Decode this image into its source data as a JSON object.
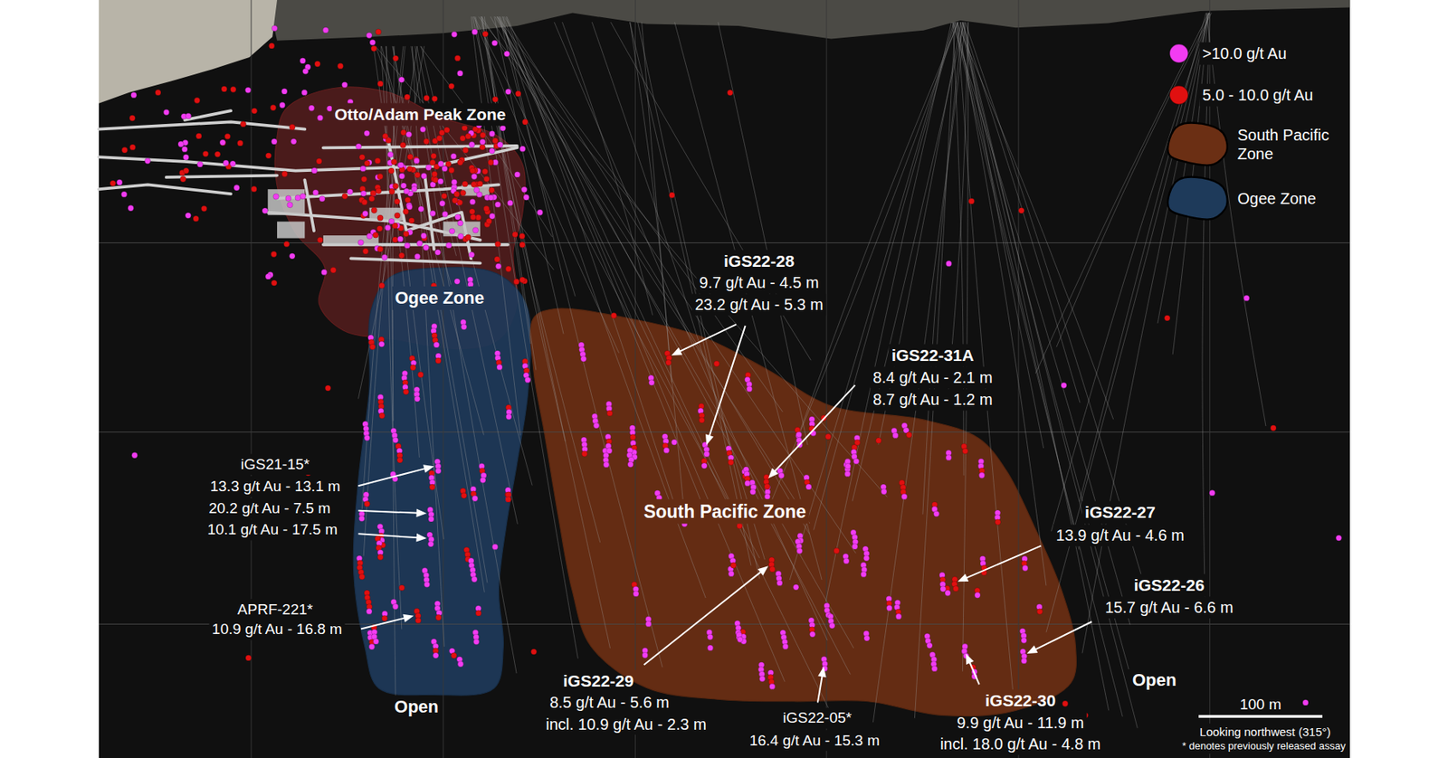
{
  "diagram": {
    "nodes": [
      {
        "text": [
          "Otto/Adam Peak Zone"
        ]
      },
      {
        "text": [
          "Ogee Zone"
        ]
      },
      {
        "text": [
          "South Pacific Zone"
        ]
      }
    ],
    "labels": [
      "iGS22-28",
      "9.7 g/t Au - 4.5 m",
      "23.2 g/t Au - 5.3 m",
      "iGS22-31A",
      "8.4 g/t Au - 2.1 m",
      "8.7 g/t Au - 1.2 m",
      "iGS21-15*",
      "13.3 g/t Au - 13.1 m",
      "20.2 g/t Au - 7.5 m",
      "10.1 g/t Au - 17.5 m",
      "APRF-221*",
      "10.9 g/t Au - 16.8 m",
      "iGS22-27",
      "13.9 g/t Au - 4.6 m",
      "iGS22-26",
      "15.7 g/t Au - 6.6 m",
      "iGS22-29",
      "8.5 g/t Au - 5.6 m",
      "incl. 10.9 g/t Au - 2.3 m",
      "iGS22-05*",
      "16.4 g/t Au - 15.3 m",
      "iGS22-30",
      "9.9 g/t Au - 11.9 m",
      "incl. 18.0 g/t Au - 4.8 m",
      "Open",
      "Open",
      "100 m",
      "Looking northwest (315°)",
      "* denotes previously released assay"
    ],
    "legend": [
      {
        "text": ">10.0 g/t Au",
        "color": "#f23cf2"
      },
      {
        "text": "5.0 - 10.0 g/t Au",
        "color": "#e01010"
      },
      {
        "text": "South Pacific Zone",
        "color": "#6b2f14"
      },
      {
        "text": "Ogee Zone",
        "color": "#1e3a5a"
      }
    ]
  }
}
